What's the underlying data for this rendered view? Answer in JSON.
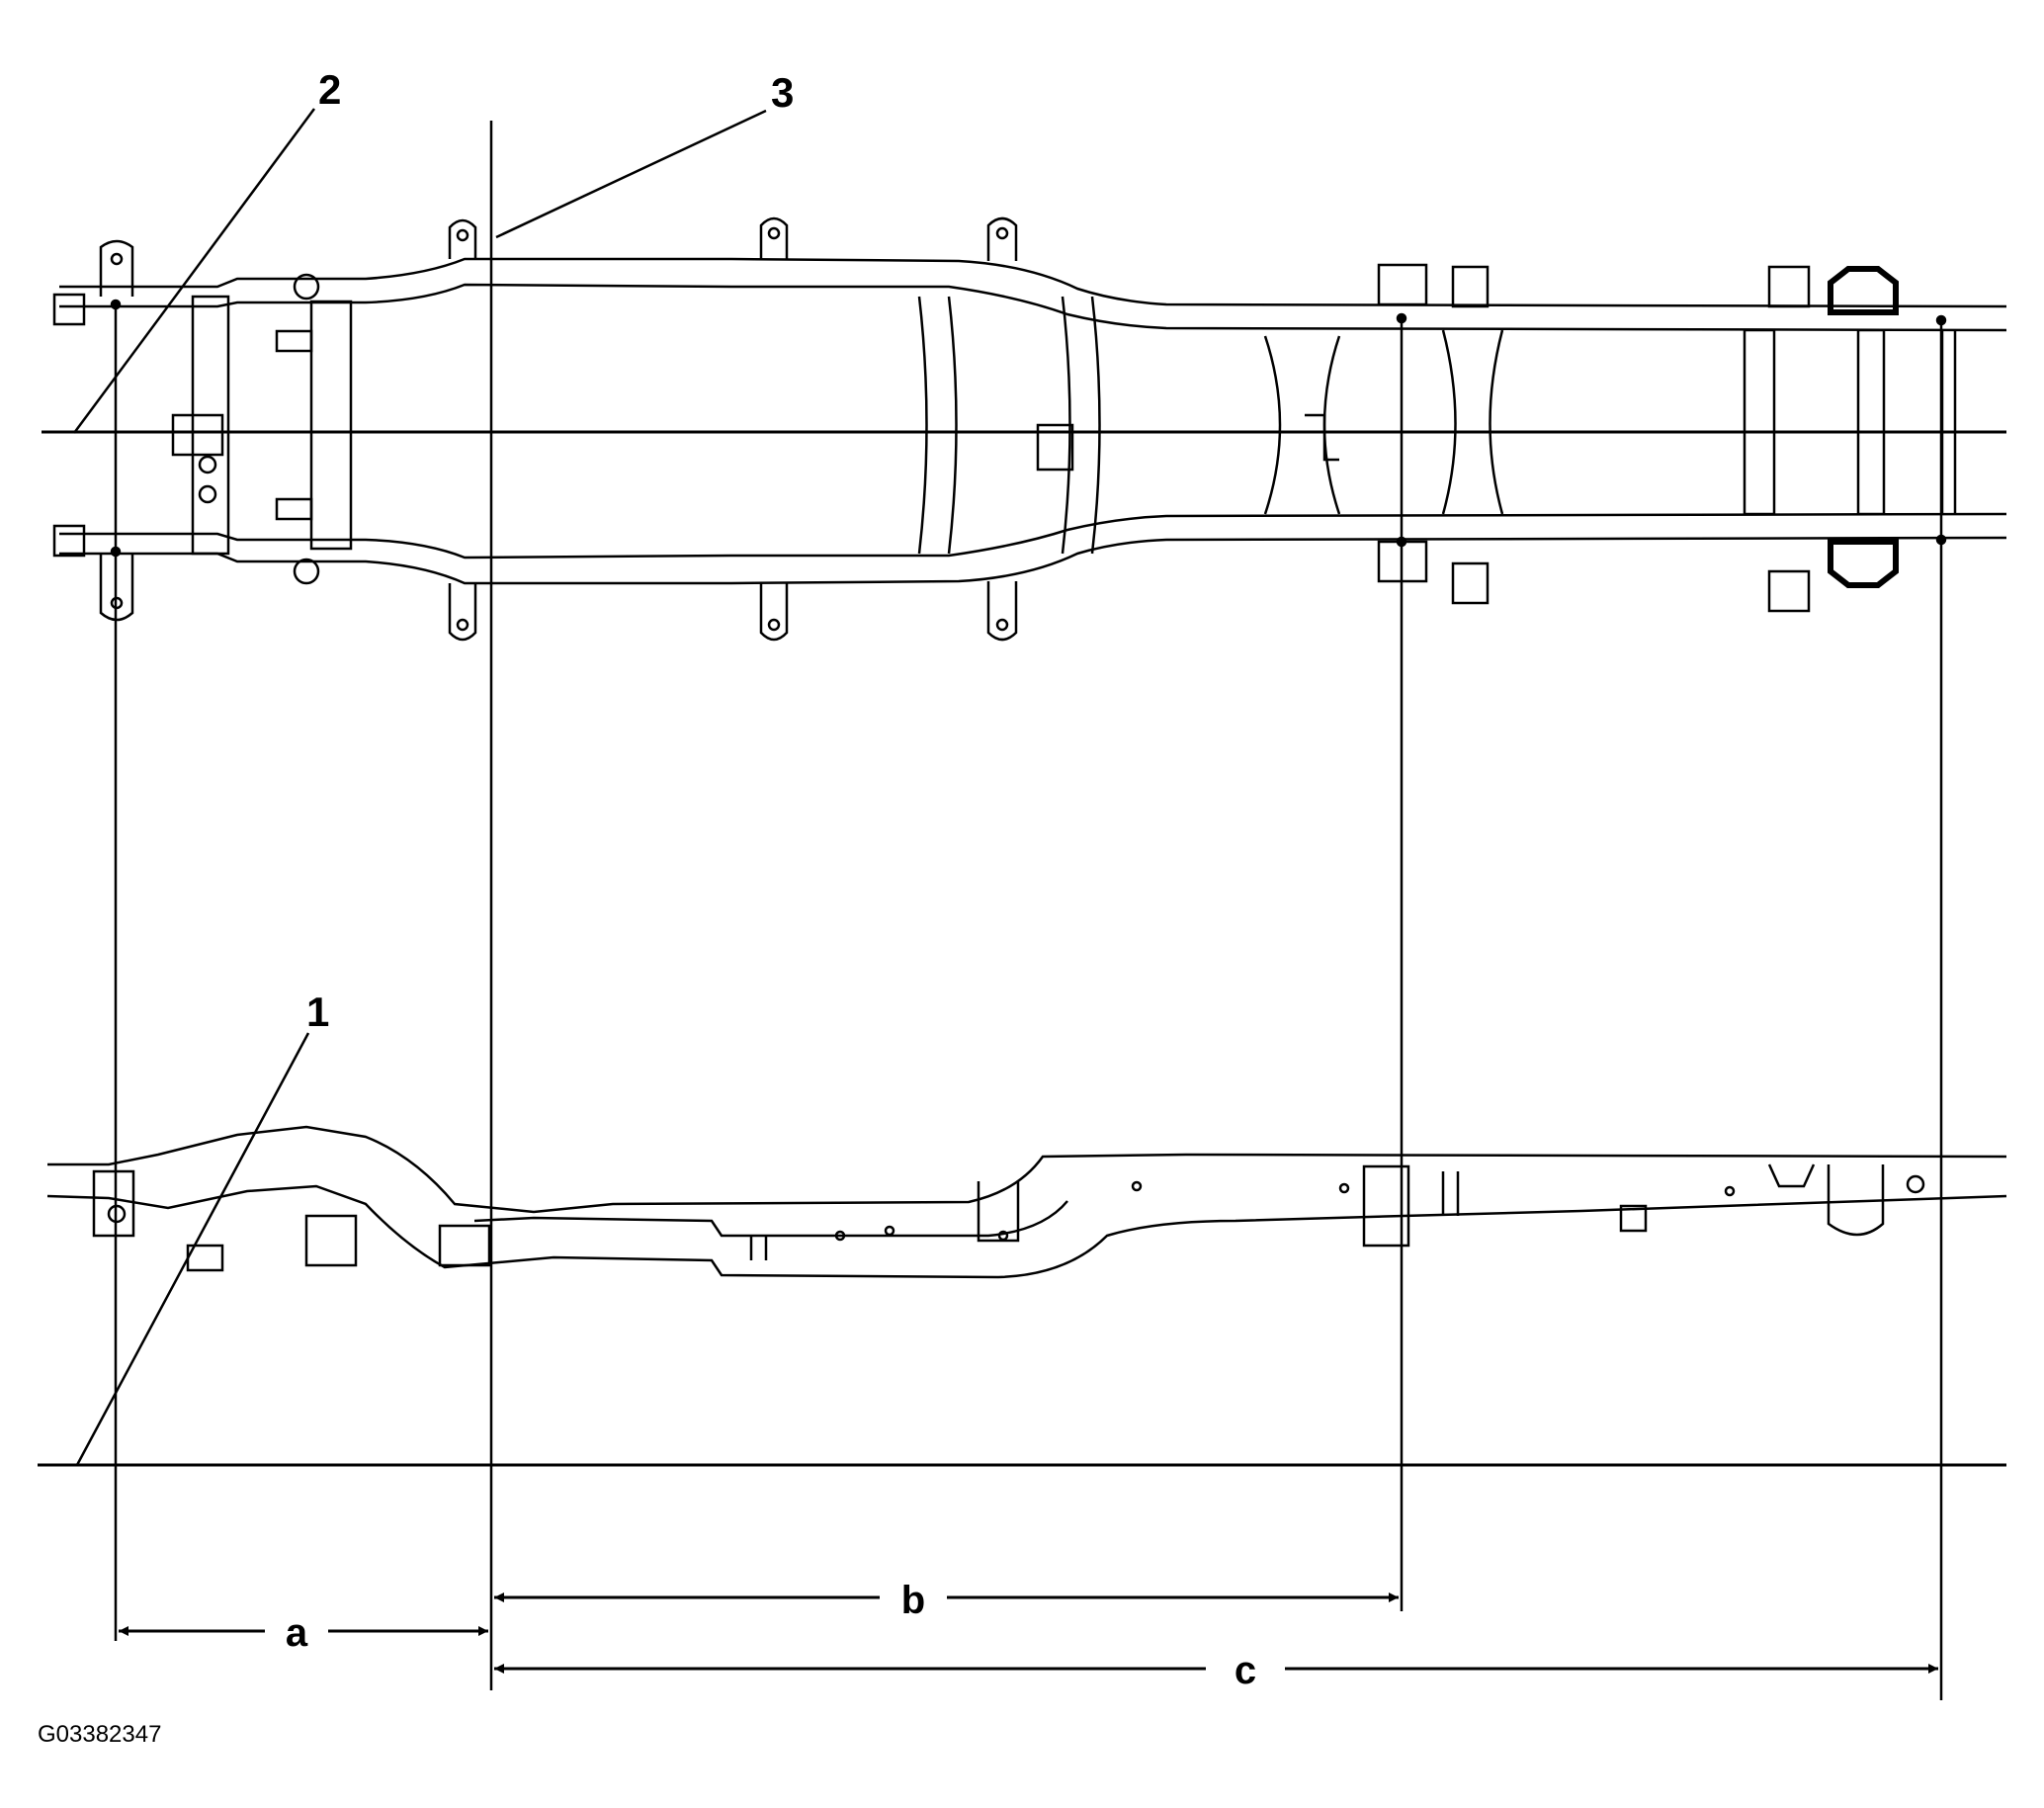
{
  "diagram": {
    "callouts": {
      "c1": "1",
      "c2": "2",
      "c3": "3"
    },
    "dimensions": {
      "a": "a",
      "b": "b",
      "c": "c"
    },
    "figure_id": "G03382347",
    "colors": {
      "ink": "#000000",
      "background": "#ffffff"
    }
  }
}
